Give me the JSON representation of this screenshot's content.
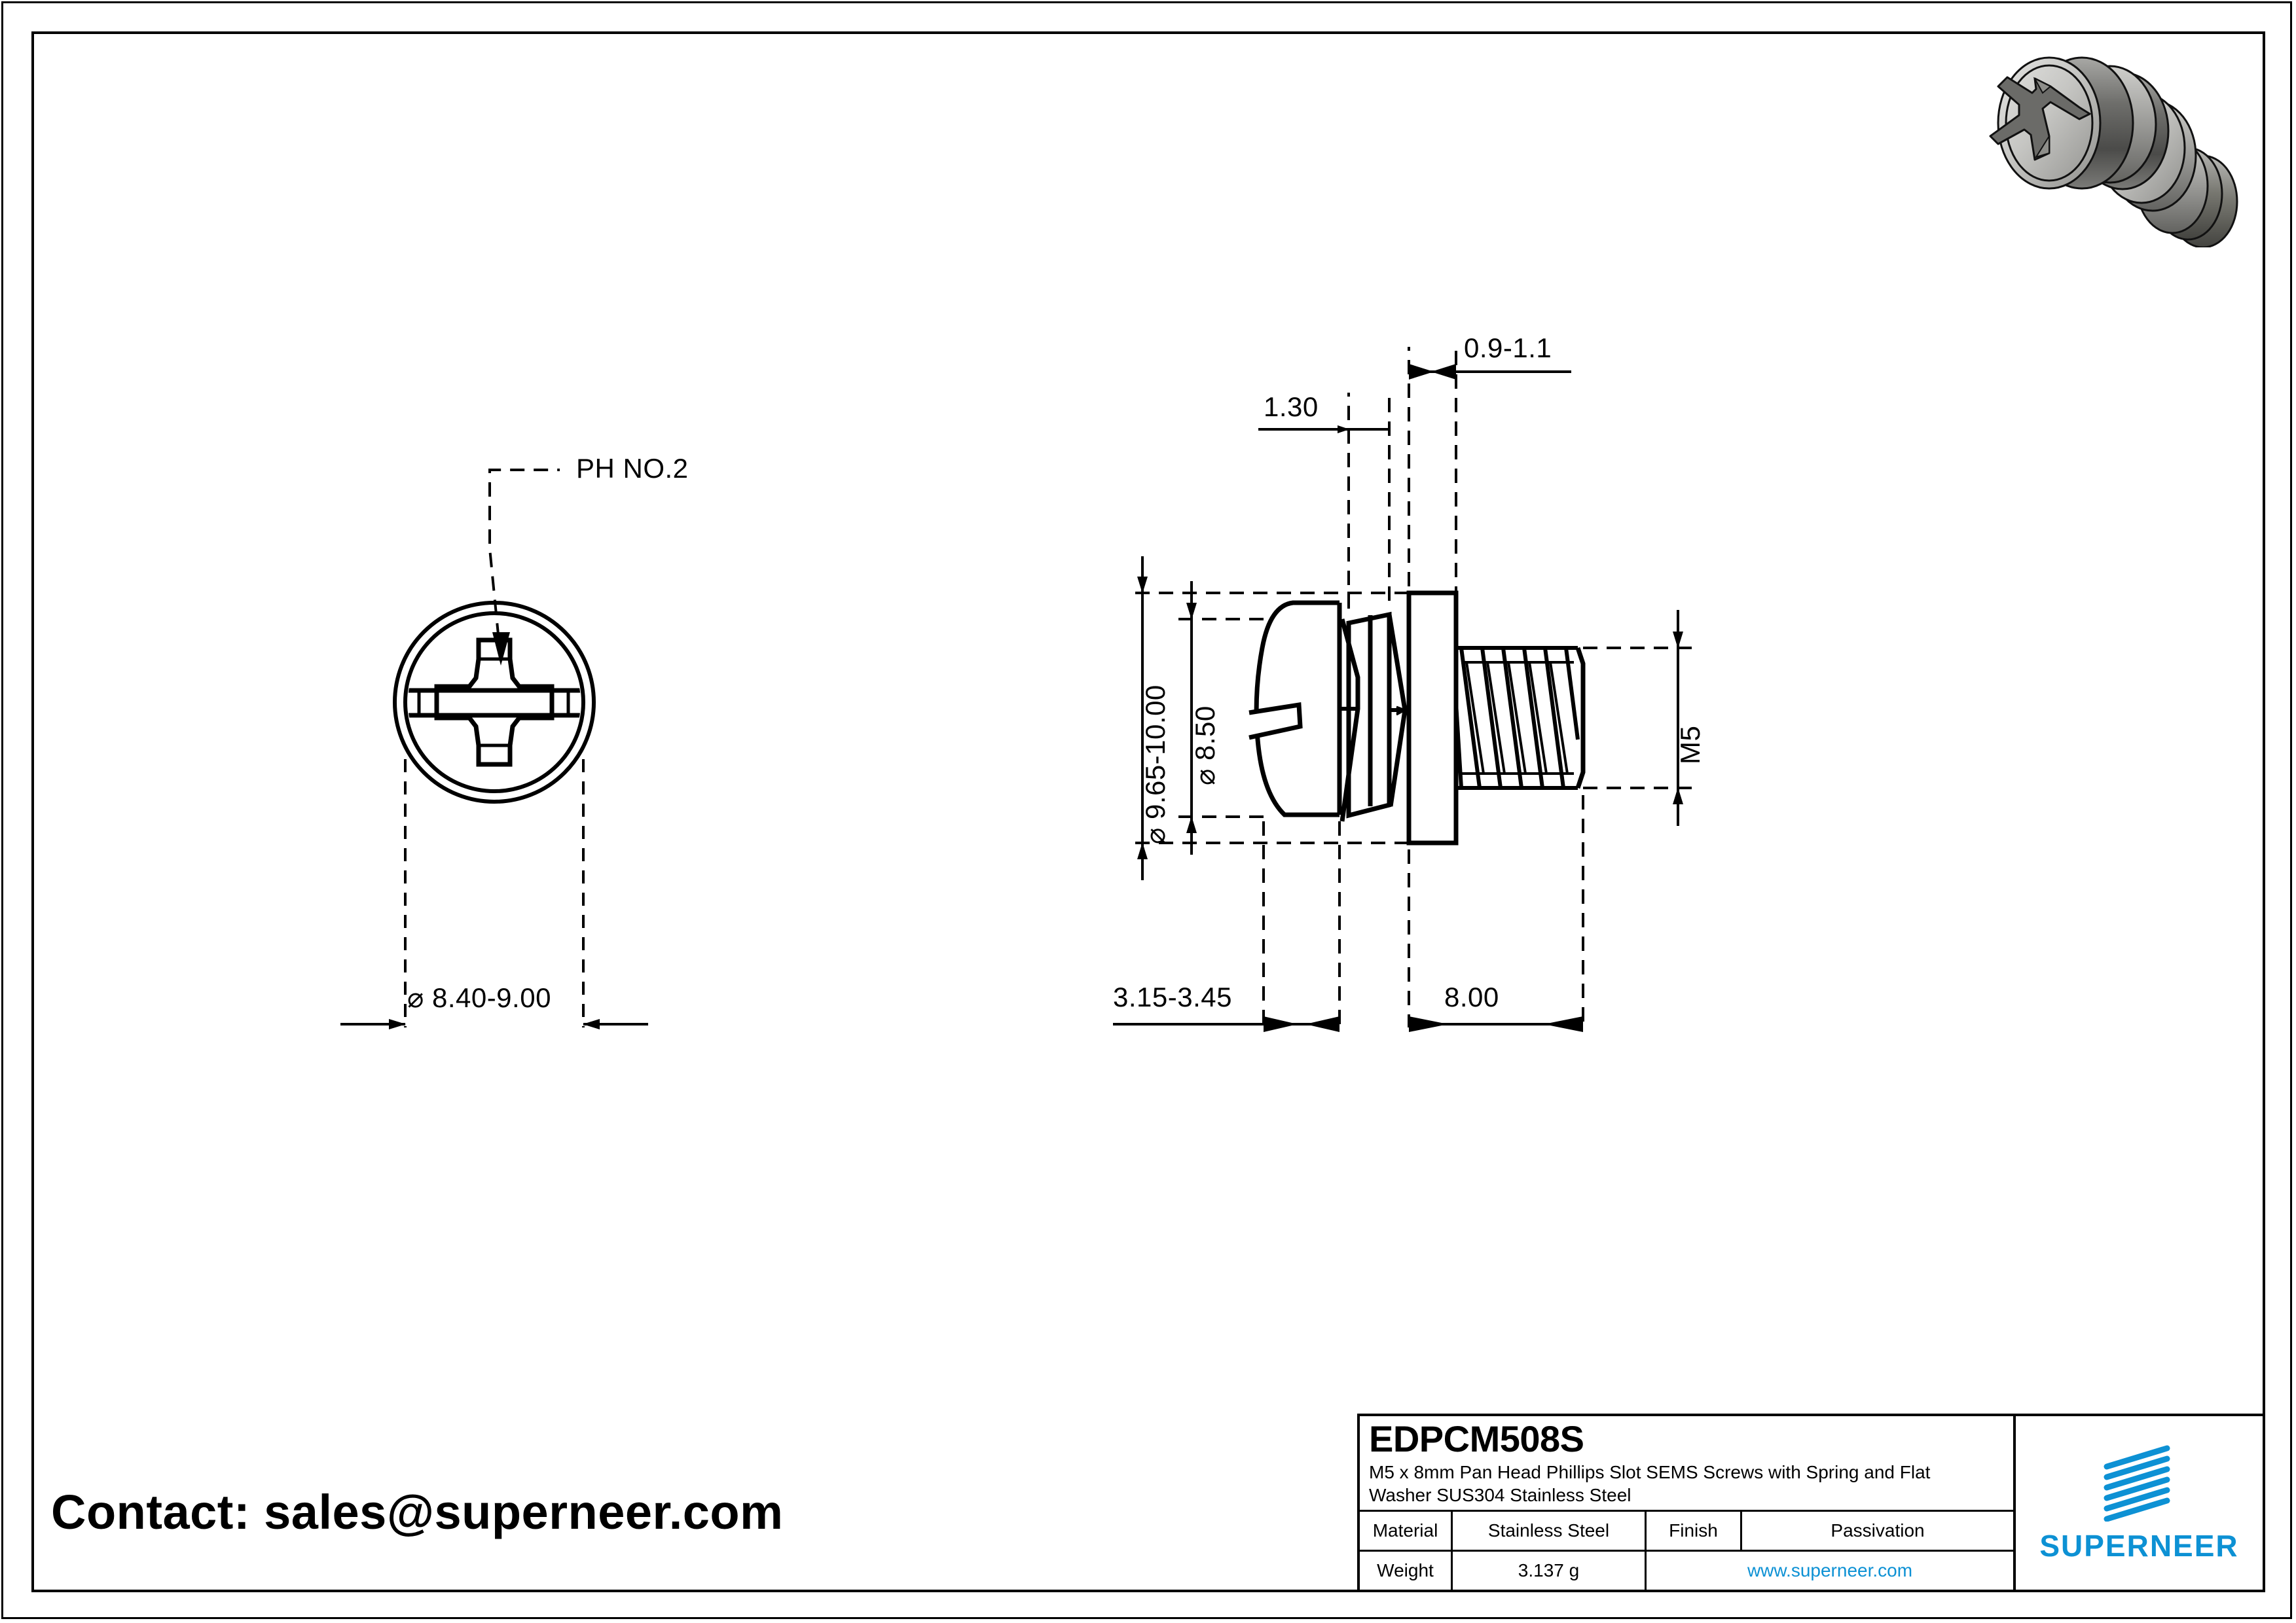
{
  "sheet": {
    "background": "#ffffff",
    "line_color": "#000000",
    "accent_color": "#0D91D4"
  },
  "contact": {
    "text": "Contact: sales@superneer.com"
  },
  "front_view": {
    "leader_label": "PH NO.2",
    "dimension_below": "⌀ 8.40-9.00",
    "recess_type": "phillips-cross-with-slot"
  },
  "side_view": {
    "dim_top_left": "1.30",
    "dim_top_right": "0.9-1.1",
    "dim_left_outer": "⌀ 9.65-10.00",
    "dim_left_inner": "⌀ 8.50",
    "dim_right": "M5",
    "dim_bottom_left": "3.15-3.45",
    "dim_bottom_right": "8.00"
  },
  "render": {
    "alt": "3D render of M5 x 8mm pan head phillips slot SEMS screw with spring and flat washer"
  },
  "title_block": {
    "part_code": "EDPCM508S",
    "description_line1": "M5 x 8mm Pan Head Phillips Slot SEMS Screws with Spring and Flat",
    "description_line2": "Washer SUS304 Stainless Steel",
    "material_label": "Material",
    "material_value": "Stainless Steel",
    "finish_label": "Finish",
    "finish_value": "Passivation",
    "weight_label": "Weight",
    "weight_value": "3.137 g",
    "website": "www.superneer.com",
    "logo_word": "SUPERNEER"
  }
}
